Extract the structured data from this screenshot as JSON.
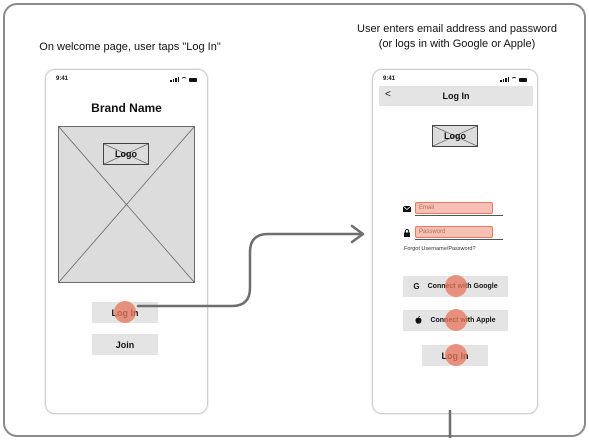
{
  "captions": {
    "left": "On welcome page, user taps \"Log In\"",
    "right_line1": "User enters email address and password",
    "right_line2": "(or logs in with Google or Apple)"
  },
  "welcome_screen": {
    "status_time": "9:41",
    "brand_name": "Brand Name",
    "logo_label": "Logo",
    "login_button": "Log In",
    "join_button": "Join"
  },
  "login_screen": {
    "status_time": "9:41",
    "back_glyph": "<",
    "title": "Log In",
    "logo_label": "Logo",
    "email_placeholder": "Email",
    "password_placeholder": "Password",
    "forgot_link": "Forgot Username/Password?",
    "google_button": "Connect with Google",
    "apple_button": "Connect with Apple",
    "login_button": "Log In"
  },
  "icons": {
    "signal": "signal-icon",
    "wifi": "wifi-icon",
    "battery": "battery-icon",
    "mail": "mail-icon",
    "lock": "lock-icon",
    "google": "google-icon",
    "apple": "apple-icon"
  },
  "colors": {
    "frame_border": "#8a8a8a",
    "placeholder_fill": "#dcdcdc",
    "button_fill": "#e4e4e4",
    "tap_highlight": "#e87860",
    "field_highlight": "#ef8c78",
    "arrow": "#6e6e6e"
  }
}
